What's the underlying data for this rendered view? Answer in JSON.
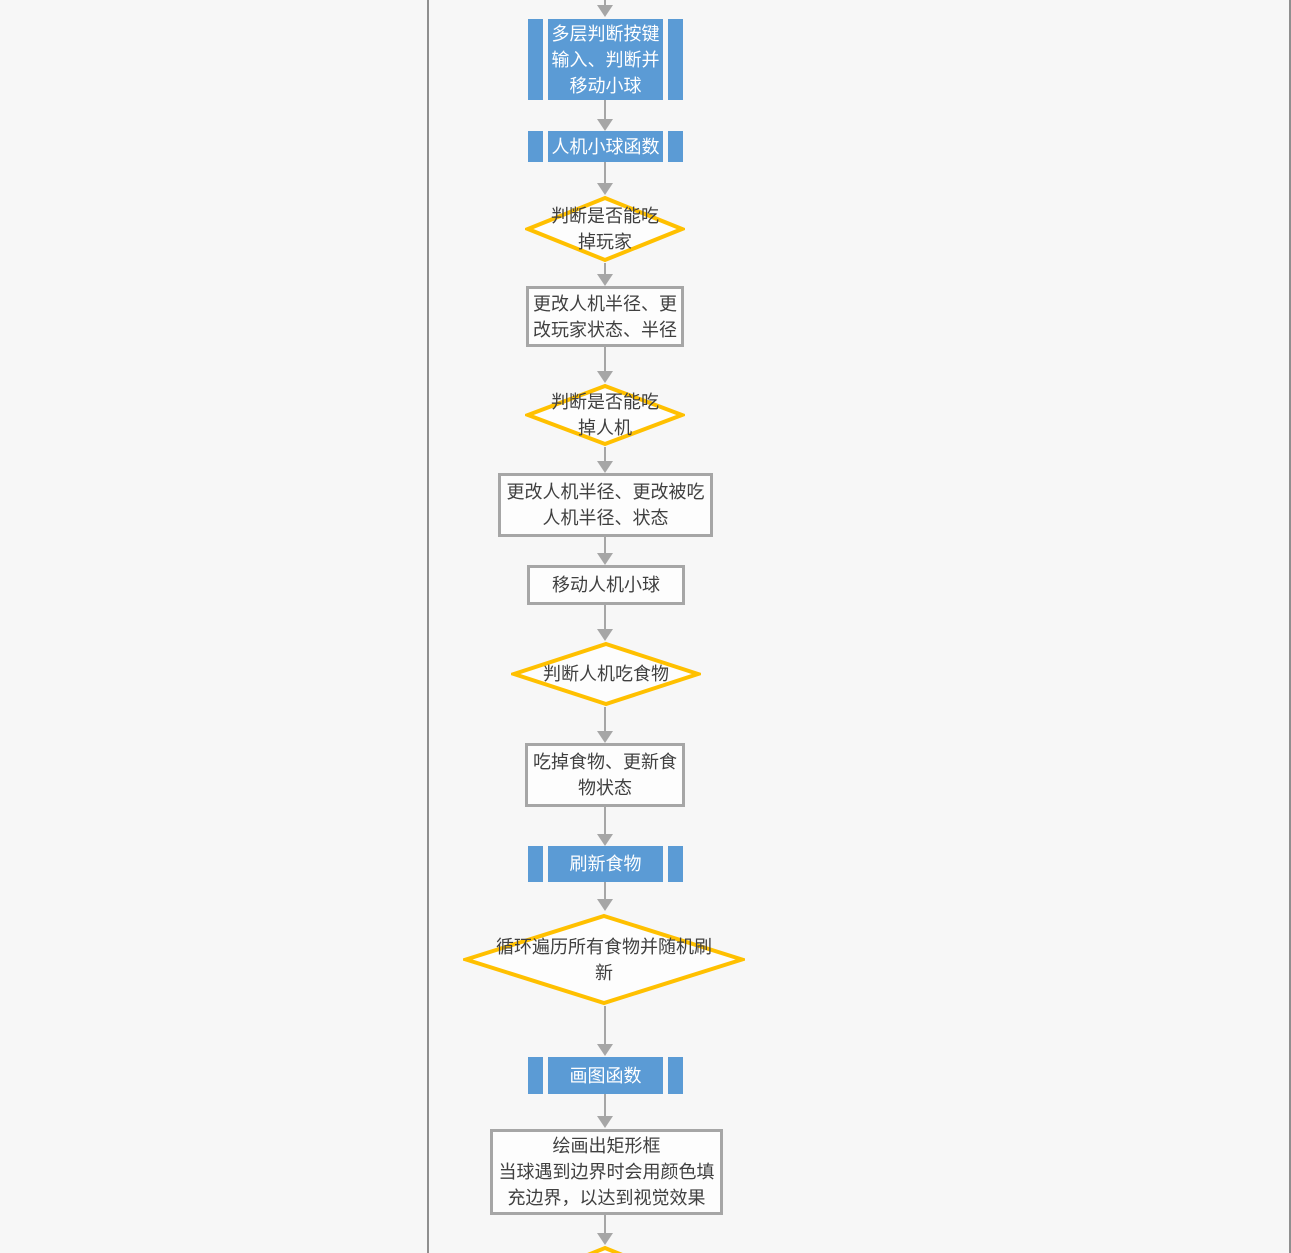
{
  "page": {
    "background": "#f7f7f7",
    "divider_color": "#8f8f8f"
  },
  "colors": {
    "subroutine_blue": "#5B9BD5",
    "decision_yellow": "#FFC000",
    "process_border_gray": "#A6A6A6",
    "arrow_gray": "#A6A6A6",
    "text_dark": "#404040",
    "text_on_blue": "#FFFFFF",
    "shape_fill": "#FDFDFD"
  },
  "nodes": [
    {
      "id": "sub-multi-key-judge",
      "type": "subroutine",
      "label": "多层判断按键\n输入、判断并\n移动小球"
    },
    {
      "id": "sub-ai-ball-function",
      "type": "subroutine",
      "label": "人机小球函数"
    },
    {
      "id": "dec-can-eat-player",
      "type": "decision",
      "label": "判断是否能吃\n掉玩家"
    },
    {
      "id": "proc-update-player",
      "type": "process",
      "label": "更改人机半径、更\n改玩家状态、半径"
    },
    {
      "id": "dec-can-eat-ai",
      "type": "decision",
      "label": "判断是否能吃\n掉人机"
    },
    {
      "id": "proc-update-ai",
      "type": "process",
      "label": "更改人机半径、更改被吃\n人机半径、状态"
    },
    {
      "id": "proc-move-ai-ball",
      "type": "process",
      "label": "移动人机小球"
    },
    {
      "id": "dec-ai-eat-food",
      "type": "decision",
      "label": "判断人机吃食物"
    },
    {
      "id": "proc-eat-food-update",
      "type": "process",
      "label": "吃掉食物、更新食\n物状态"
    },
    {
      "id": "sub-refresh-food",
      "type": "subroutine",
      "label": "刷新食物"
    },
    {
      "id": "dec-loop-all-food",
      "type": "decision",
      "label": "循环遍历所有食物并随机刷\n新"
    },
    {
      "id": "sub-draw-function",
      "type": "subroutine",
      "label": "画图函数"
    },
    {
      "id": "proc-draw-border",
      "type": "process",
      "label": "绘画出矩形框\n当球遇到边界时会用颜色填\n充边界，以达到视觉效果"
    },
    {
      "id": "dec-bottom-partial",
      "type": "decision",
      "label": ""
    }
  ]
}
